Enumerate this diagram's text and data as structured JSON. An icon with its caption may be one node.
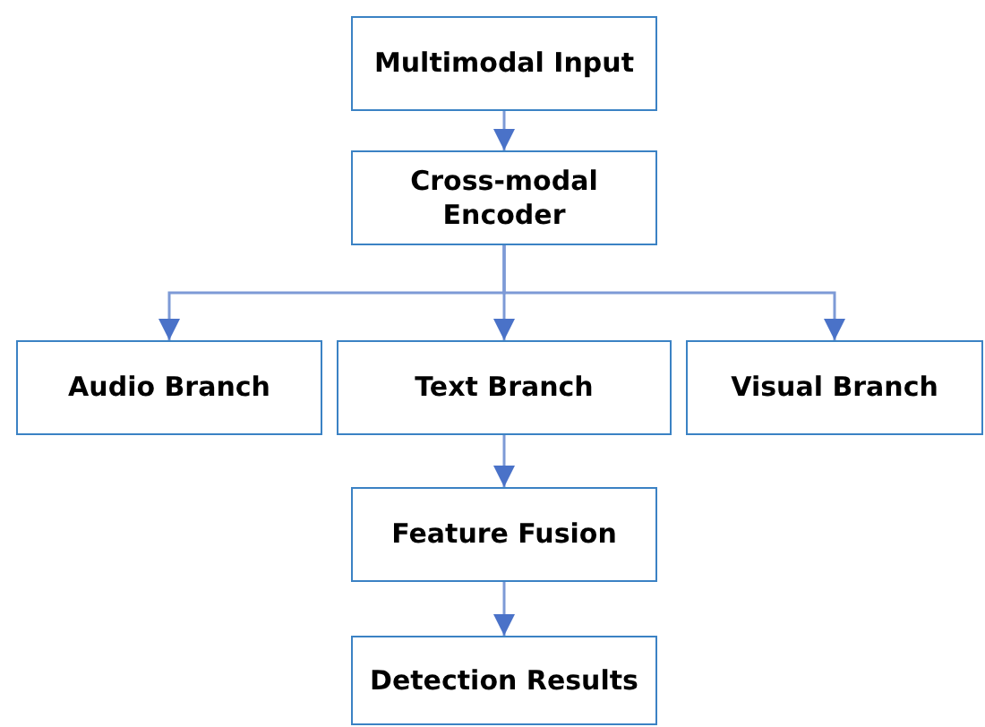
{
  "diagram": {
    "nodes": [
      {
        "text": [
          "Multimodal Input"
        ]
      },
      {
        "text": [
          "Cross-modal Encoder"
        ]
      },
      {
        "text": [
          "Audio Branch"
        ]
      },
      {
        "text": [
          "Text Branch"
        ]
      },
      {
        "text": [
          "Visual Branch"
        ]
      },
      {
        "text": [
          "Feature Fusion"
        ]
      },
      {
        "text": [
          "Detection Results"
        ]
      }
    ],
    "edges": [
      {
        "from": 0,
        "to": 1,
        "arrow": "to"
      },
      {
        "from": 1,
        "to": 2,
        "arrow": "to"
      },
      {
        "from": 1,
        "to": 3,
        "arrow": "to"
      },
      {
        "from": 1,
        "to": 4,
        "arrow": "to"
      },
      {
        "from": 3,
        "to": 5,
        "arrow": "to"
      },
      {
        "from": 5,
        "to": 6,
        "arrow": "to"
      }
    ]
  }
}
